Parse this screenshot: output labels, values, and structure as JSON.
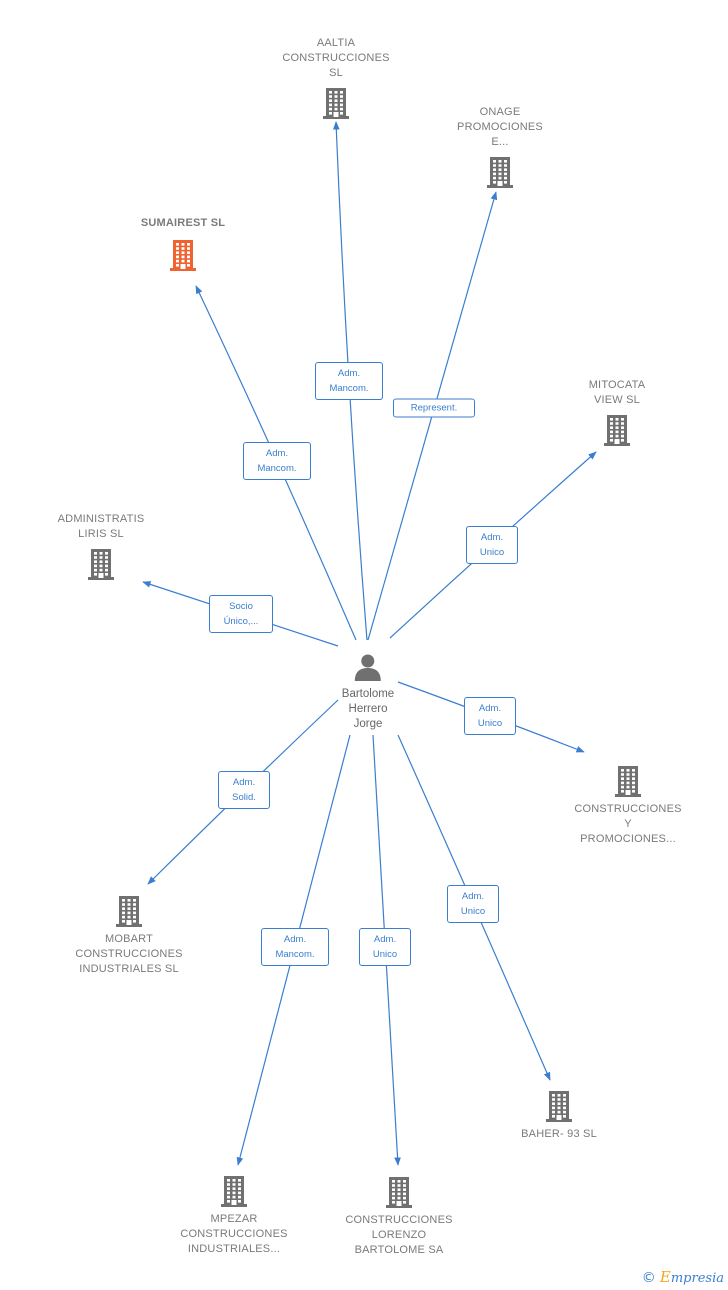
{
  "center": {
    "name_lines": [
      "Bartolome",
      "Herrero",
      "Jorge"
    ]
  },
  "companies": [
    {
      "id": "aaltia",
      "lines": [
        "AALTIA",
        "CONSTRUCCIONES",
        "SL"
      ],
      "highlight": false
    },
    {
      "id": "onage",
      "lines": [
        "ONAGE",
        "PROMOCIONES",
        "E..."
      ],
      "highlight": false
    },
    {
      "id": "sumairest",
      "lines": [
        "SUMAIREST SL"
      ],
      "highlight": true
    },
    {
      "id": "mitocata",
      "lines": [
        "MITOCATA",
        "VIEW SL"
      ],
      "highlight": false
    },
    {
      "id": "administratis",
      "lines": [
        "ADMINISTRATIS",
        "LIRIS  SL"
      ],
      "highlight": false
    },
    {
      "id": "construcciones-y",
      "lines": [
        "CONSTRUCCIONES",
        "Y",
        "PROMOCIONES..."
      ],
      "highlight": false
    },
    {
      "id": "mobart",
      "lines": [
        "MOBART",
        "CONSTRUCCIONES",
        "INDUSTRIALES SL"
      ],
      "highlight": false
    },
    {
      "id": "baher",
      "lines": [
        "BAHER- 93 SL"
      ],
      "highlight": false
    },
    {
      "id": "mpezar",
      "lines": [
        "MPEZAR",
        "CONSTRUCCIONES",
        "INDUSTRIALES..."
      ],
      "highlight": false
    },
    {
      "id": "lorenzo",
      "lines": [
        "CONSTRUCCIONES",
        "LORENZO",
        "BARTOLOME SA"
      ],
      "highlight": false
    }
  ],
  "edges": [
    {
      "to": "aaltia",
      "lines": [
        "Adm.",
        "Mancom."
      ]
    },
    {
      "to": "onage",
      "lines": [
        "Represent."
      ]
    },
    {
      "to": "sumairest",
      "lines": [
        "Adm.",
        "Mancom."
      ]
    },
    {
      "to": "mitocata",
      "lines": [
        "Adm.",
        "Unico"
      ]
    },
    {
      "to": "administratis",
      "lines": [
        "Socio",
        "Único,..."
      ]
    },
    {
      "to": "construcciones-y",
      "lines": [
        "Adm.",
        "Unico"
      ]
    },
    {
      "to": "mobart",
      "lines": [
        "Adm.",
        "Solid."
      ]
    },
    {
      "to": "baher",
      "lines": [
        "Adm.",
        "Unico"
      ]
    },
    {
      "to": "mpezar",
      "lines": [
        "Adm.",
        "Mancom."
      ]
    },
    {
      "to": "lorenzo",
      "lines": [
        "Adm.",
        "Unico"
      ]
    }
  ],
  "colors": {
    "edge": "#3a7ecf",
    "company": "#707070",
    "highlight": "#f0622f",
    "person": "#707070"
  },
  "icons": {
    "company": "building-icon",
    "person": "person-icon"
  },
  "brand": {
    "symbol": "©",
    "initial": "E",
    "rest": "mpresia"
  }
}
